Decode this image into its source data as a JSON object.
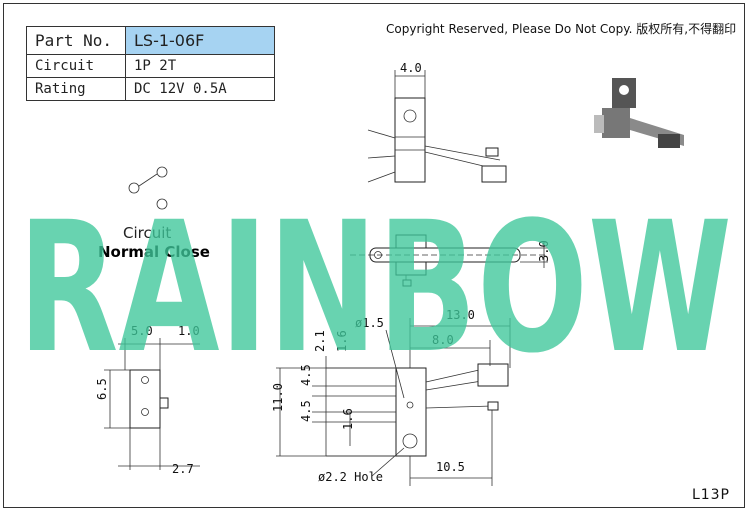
{
  "spec_table": {
    "part_no_label": "Part No.",
    "part_no_value": "LS-1-06F",
    "circuit_label": "Circuit",
    "circuit_value": "1P 2T",
    "rating_label": "Rating",
    "rating_value": "DC 12V 0.5A"
  },
  "copyright": "Copyright Reserved, Please Do Not Copy. 版权所有,不得翻印",
  "circuit_diagram": {
    "label": "Circuit",
    "type": "Normal Close"
  },
  "watermark": "RAINBOW",
  "footer_code": "L13P",
  "dimensions": {
    "top_width": "4.0",
    "side_height": "3.0",
    "front_width": "5.0",
    "front_offset": "1.0",
    "front_height": "6.5",
    "front_base": "2.7",
    "lever_total": "13.0",
    "lever_mid": "8.0",
    "pin_dia": "ø1.5",
    "spacing_a": "2.1",
    "spacing_b": "1.6",
    "spacing_c": "4.5",
    "spacing_d": "4.5",
    "spacing_e": "1.6",
    "total_height": "11.0",
    "hole": "ø2.2 Hole",
    "bottom_length": "10.5"
  },
  "colors": {
    "watermark": "#3ec79a",
    "model_cell": "#a6d3f2"
  }
}
